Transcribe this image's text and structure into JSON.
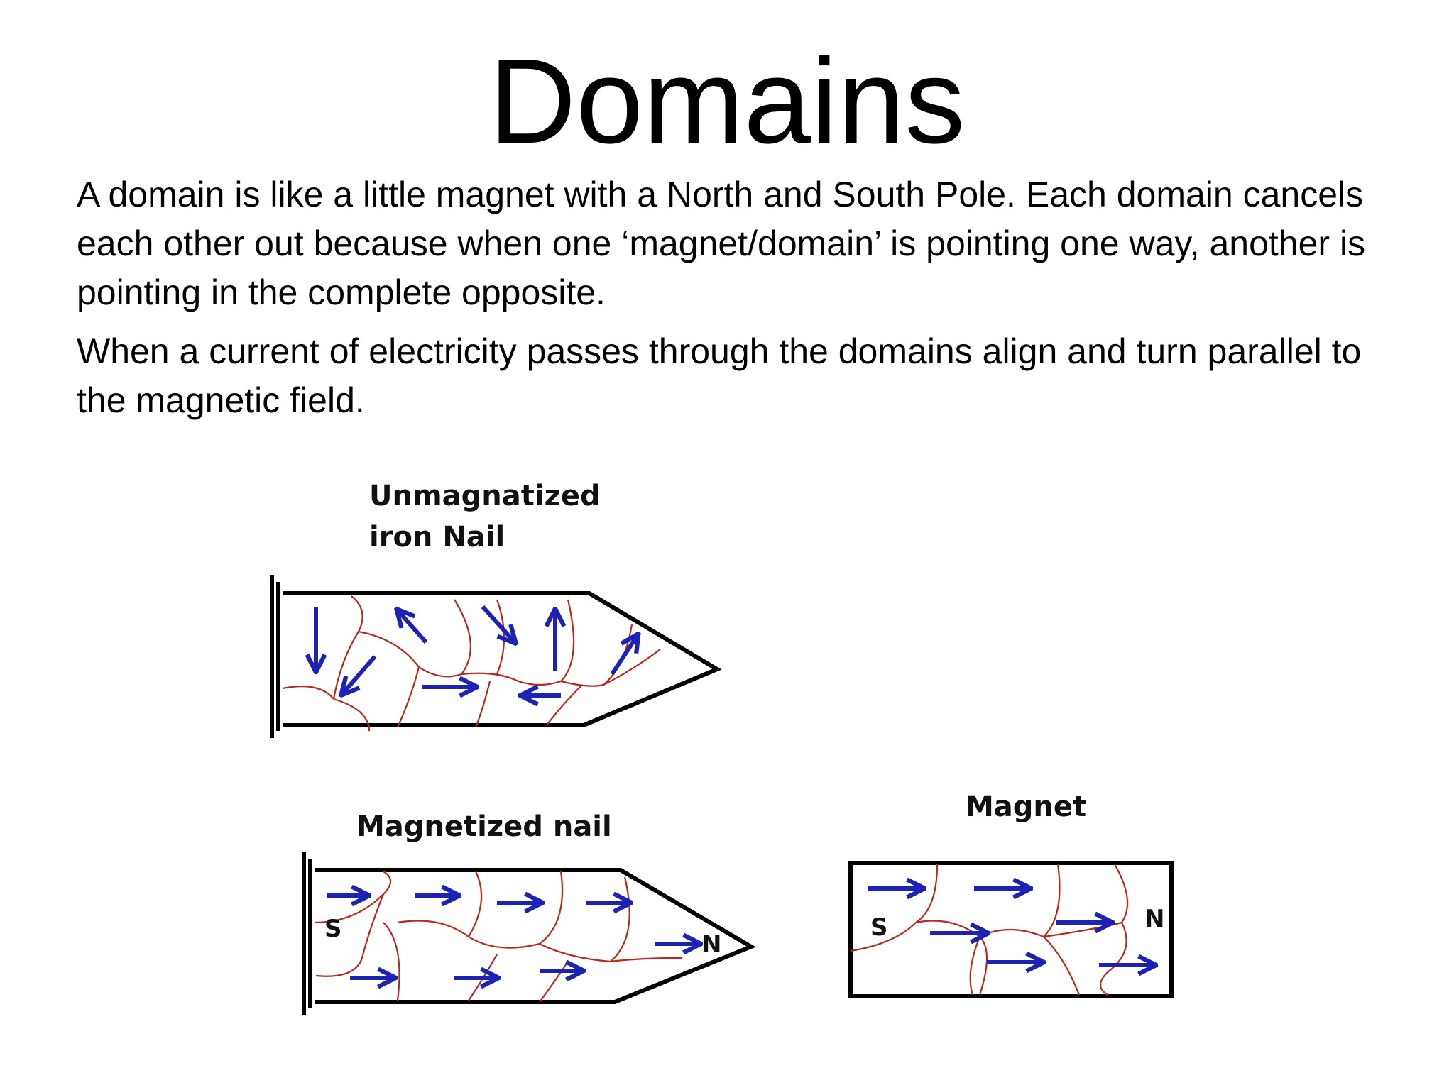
{
  "slide": {
    "title": "Domains",
    "paragraphs": [
      "A domain is like a little magnet with a North and South Pole. Each domain cancels each other out because when one ‘magnet/domain’ is pointing one way, another is pointing in the complete opposite.",
      "When a current of electricity passes through the domains align and turn parallel to the magnetic field."
    ]
  },
  "diagrams": {
    "unmagnetized": {
      "label_line1": "Unmagnatized",
      "label_line2": "iron Nail"
    },
    "magnetized": {
      "label": "Magnetized nail",
      "south": "S",
      "north": "N"
    },
    "magnet": {
      "label": "Magnet",
      "south": "S",
      "north": "N"
    }
  },
  "colors": {
    "arrow": "#1c22b4",
    "domain_wall": "#b8281c",
    "outline": "#000000"
  }
}
